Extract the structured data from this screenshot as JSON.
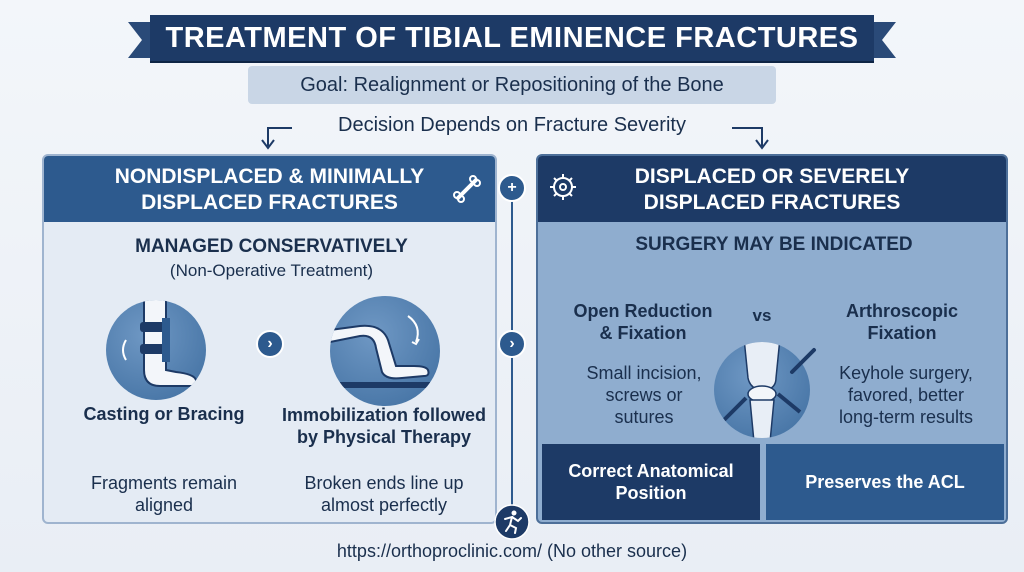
{
  "title": "TREATMENT OF TIBIAL EMINENCE FRACTURES",
  "goal": "Goal: Realignment or Repositioning of the Bone",
  "decision": "Decision Depends on Fracture Severity",
  "left": {
    "header_line1": "NONDISPLACED & MINIMALLY",
    "header_line2": "DISPLACED FRACTURES",
    "heading": "MANAGED CONSERVATIVELY",
    "subheading": "(Non-Operative Treatment)",
    "option1": {
      "title": "Casting or Bracing",
      "result_line1": "Fragments remain",
      "result_line2": "aligned"
    },
    "option2": {
      "title_line1": "Immobilization followed",
      "title_line2": "by Physical Therapy",
      "result_line1": "Broken ends line up",
      "result_line2": "almost perfectly"
    }
  },
  "right": {
    "header_line1": "DISPLACED OR SEVERELY",
    "header_line2": "DISPLACED FRACTURES",
    "heading": "SURGERY MAY BE INDICATED",
    "vs": "vs",
    "option1": {
      "title_line1": "Open Reduction",
      "title_line2": "& Fixation",
      "desc_line1": "Small incision,",
      "desc_line2": "screws or",
      "desc_line3": "sutures",
      "result_line1": "Correct Anatomical",
      "result_line2": "Position"
    },
    "option2": {
      "title_line1": "Arthroscopic",
      "title_line2": "Fixation",
      "desc_line1": "Keyhole surgery,",
      "desc_line2": "favored, better",
      "desc_line3": "long-term results",
      "result": "Preserves the ACL"
    }
  },
  "source": "https://orthoproclinic.com/ (No other source)",
  "icons": {
    "bone": "bone-icon",
    "plus": "plus-icon",
    "gear": "gear-icon",
    "chevron": "chevron-right-icon",
    "runner": "runner-icon",
    "brace": "leg-brace-icon",
    "therapy": "physical-therapy-icon",
    "knee": "knee-surgery-icon"
  },
  "colors": {
    "navy": "#1d3a66",
    "blue": "#2d5a8e",
    "light_panel": "#e4ebf4",
    "dark_panel": "#8fadcf"
  }
}
